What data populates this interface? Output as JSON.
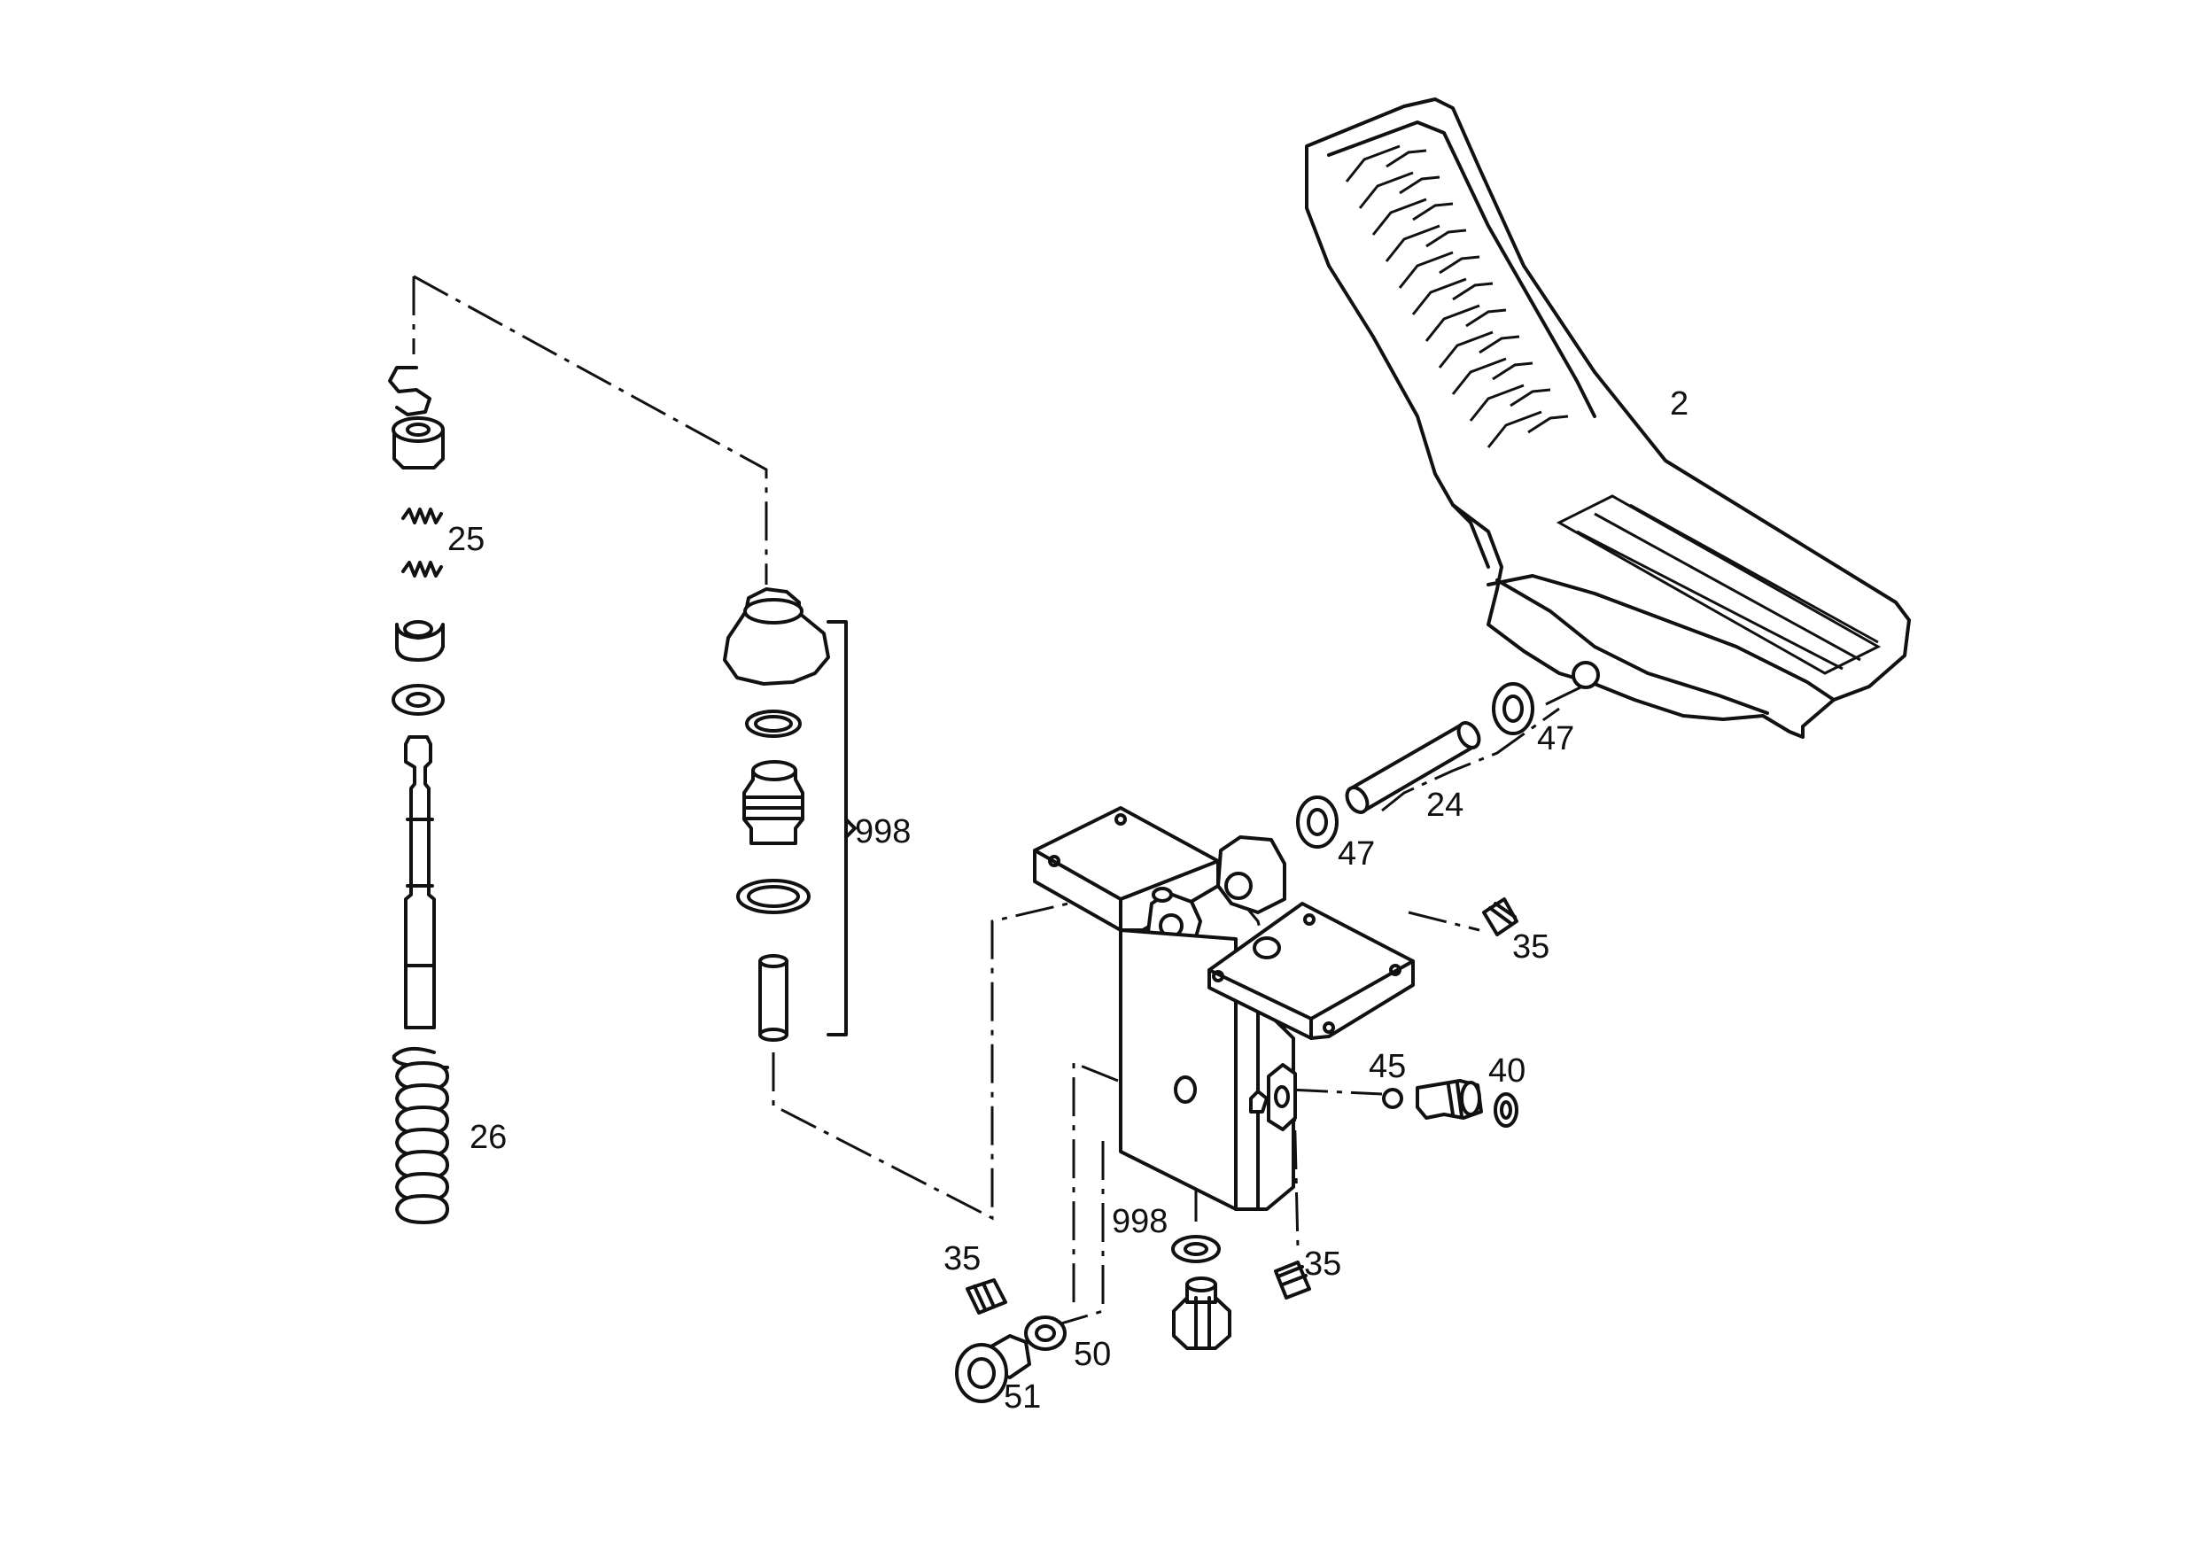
{
  "callouts": {
    "c2": "2",
    "c24": "24",
    "c25": "25",
    "c26": "26",
    "c35a": "35",
    "c35b": "35",
    "c35c": "35",
    "c40": "40",
    "c45": "45",
    "c47a": "47",
    "c47b": "47",
    "c50": "50",
    "c51": "51",
    "c998a": "998",
    "c998b": "998"
  },
  "colors": {
    "ink": "#111111",
    "paper": "#ffffff"
  }
}
